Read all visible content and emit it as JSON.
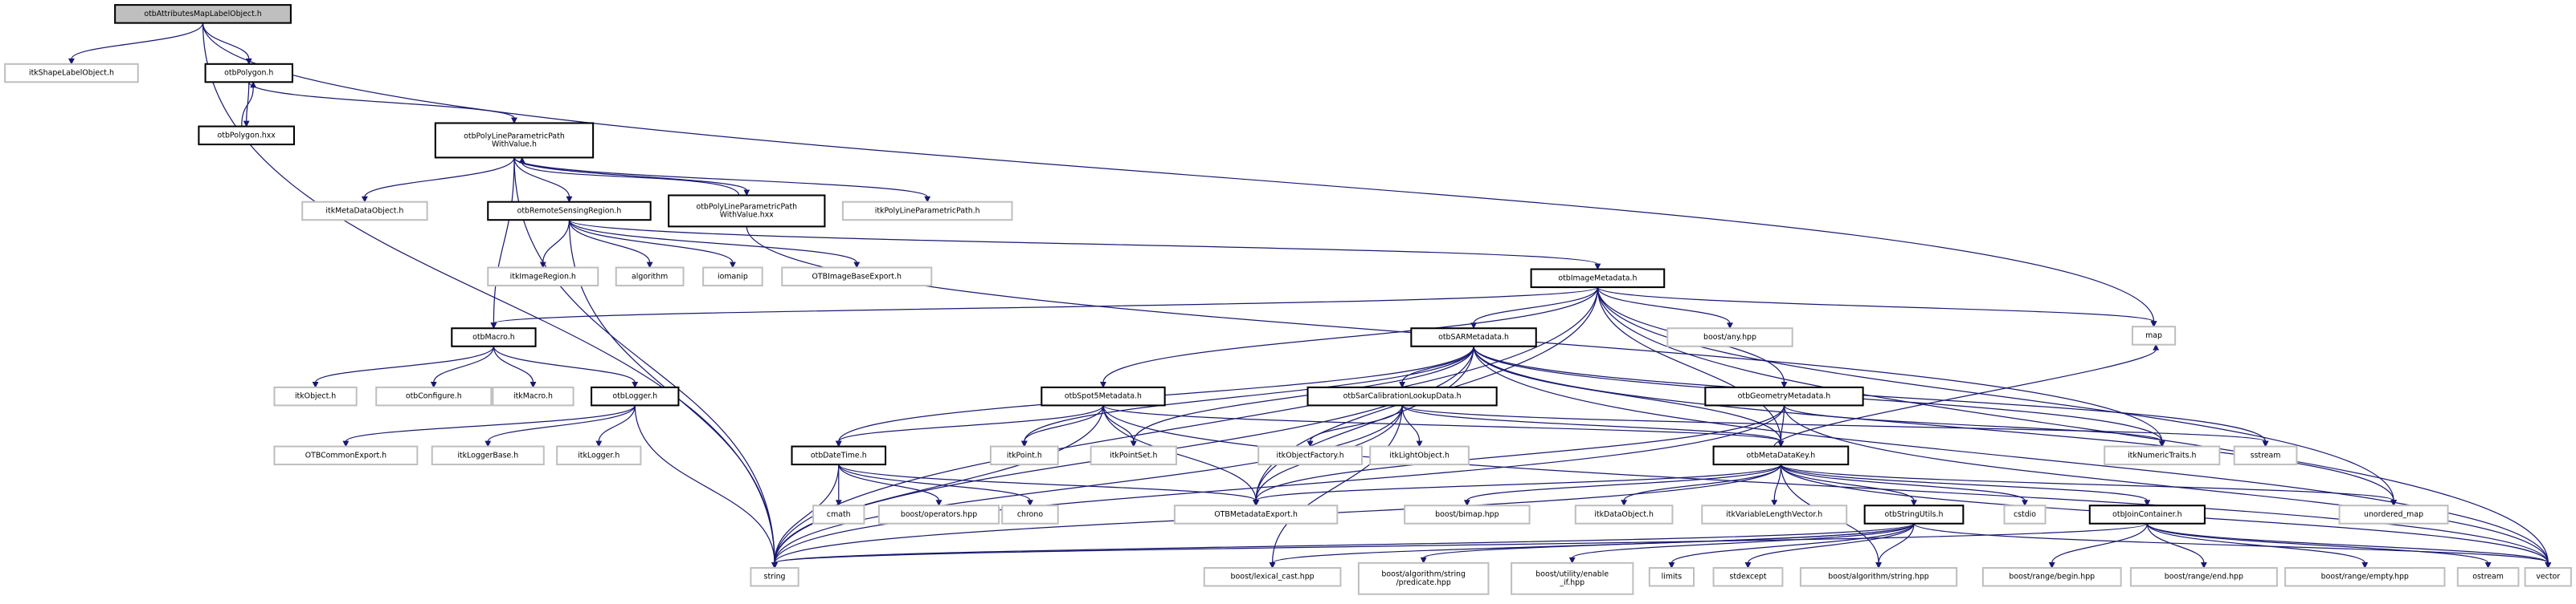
{
  "title": "otbAttributesMapLabelObject.h include dependency graph",
  "colors": {
    "edge": "#191970",
    "root_fill": "#bfbfbf",
    "local_border": "#000000",
    "external_border": "#bfbfbf"
  },
  "nodes": {
    "root": {
      "label": [
        "otbAttributesMapLabelObject.h"
      ],
      "kind": "root"
    },
    "itkShapeLabelObject": {
      "label": [
        "itkShapeLabelObject.h"
      ],
      "kind": "external"
    },
    "otbPolygon_h": {
      "label": [
        "otbPolygon.h"
      ],
      "kind": "local"
    },
    "otbPolygon_hxx": {
      "label": [
        "otbPolygon.hxx"
      ],
      "kind": "local"
    },
    "otbPolyLinePPWV_h": {
      "label": [
        "otbPolyLineParametricPath",
        "WithValue.h"
      ],
      "kind": "local"
    },
    "itkMetaDataObject": {
      "label": [
        "itkMetaDataObject.h"
      ],
      "kind": "external"
    },
    "otbRemoteSensingRegion": {
      "label": [
        "otbRemoteSensingRegion.h"
      ],
      "kind": "local"
    },
    "otbPolyLinePPWV_hxx": {
      "label": [
        "otbPolyLineParametricPath",
        "WithValue.hxx"
      ],
      "kind": "local"
    },
    "itkPolyLineParametricPath": {
      "label": [
        "itkPolyLineParametricPath.h"
      ],
      "kind": "external"
    },
    "itkImageRegion": {
      "label": [
        "itkImageRegion.h"
      ],
      "kind": "external"
    },
    "algorithm": {
      "label": [
        "algorithm"
      ],
      "kind": "external"
    },
    "iomanip": {
      "label": [
        "iomanip"
      ],
      "kind": "external"
    },
    "OTBImageBaseExport": {
      "label": [
        "OTBImageBaseExport.h"
      ],
      "kind": "external"
    },
    "otbImageMetadata": {
      "label": [
        "otbImageMetadata.h"
      ],
      "kind": "local"
    },
    "otbMacro": {
      "label": [
        "otbMacro.h"
      ],
      "kind": "local"
    },
    "itkObject": {
      "label": [
        "itkObject.h"
      ],
      "kind": "external"
    },
    "otbConfigure": {
      "label": [
        "otbConfigure.h"
      ],
      "kind": "external"
    },
    "itkMacro": {
      "label": [
        "itkMacro.h"
      ],
      "kind": "external"
    },
    "otbLogger": {
      "label": [
        "otbLogger.h"
      ],
      "kind": "local"
    },
    "OTBCommonExport": {
      "label": [
        "OTBCommonExport.h"
      ],
      "kind": "external"
    },
    "itkLoggerBase": {
      "label": [
        "itkLoggerBase.h"
      ],
      "kind": "external"
    },
    "itkLogger": {
      "label": [
        "itkLogger.h"
      ],
      "kind": "external"
    },
    "otbSARMetadata": {
      "label": [
        "otbSARMetadata.h"
      ],
      "kind": "local"
    },
    "boost_any": {
      "label": [
        "boost/any.hpp"
      ],
      "kind": "external"
    },
    "map": {
      "label": [
        "map"
      ],
      "kind": "external"
    },
    "otbSpot5Metadata": {
      "label": [
        "otbSpot5Metadata.h"
      ],
      "kind": "local"
    },
    "otbSarCalibrationLookupData": {
      "label": [
        "otbSarCalibrationLookupData.h"
      ],
      "kind": "local"
    },
    "otbGeometryMetadata": {
      "label": [
        "otbGeometryMetadata.h"
      ],
      "kind": "local"
    },
    "otbDateTime": {
      "label": [
        "otbDateTime.h"
      ],
      "kind": "local"
    },
    "itkPoint": {
      "label": [
        "itkPoint.h"
      ],
      "kind": "external"
    },
    "itkPointSet": {
      "label": [
        "itkPointSet.h"
      ],
      "kind": "external"
    },
    "itkObjectFactory": {
      "label": [
        "itkObjectFactory.h"
      ],
      "kind": "external"
    },
    "itkLightObject": {
      "label": [
        "itkLightObject.h"
      ],
      "kind": "external"
    },
    "otbMetaDataKey": {
      "label": [
        "otbMetaDataKey.h"
      ],
      "kind": "local"
    },
    "itkNumericTraits": {
      "label": [
        "itkNumericTraits.h"
      ],
      "kind": "external"
    },
    "sstream": {
      "label": [
        "sstream"
      ],
      "kind": "external"
    },
    "cmath": {
      "label": [
        "cmath"
      ],
      "kind": "external"
    },
    "boost_operators": {
      "label": [
        "boost/operators.hpp"
      ],
      "kind": "external"
    },
    "chrono": {
      "label": [
        "chrono"
      ],
      "kind": "external"
    },
    "OTBMetadataExport": {
      "label": [
        "OTBMetadataExport.h"
      ],
      "kind": "external"
    },
    "boost_bimap": {
      "label": [
        "boost/bimap.hpp"
      ],
      "kind": "external"
    },
    "itkDataObject": {
      "label": [
        "itkDataObject.h"
      ],
      "kind": "external"
    },
    "itkVariableLengthVector": {
      "label": [
        "itkVariableLengthVector.h"
      ],
      "kind": "external"
    },
    "otbStringUtils": {
      "label": [
        "otbStringUtils.h"
      ],
      "kind": "local"
    },
    "cstdio": {
      "label": [
        "cstdio"
      ],
      "kind": "external"
    },
    "otbJoinContainer": {
      "label": [
        "otbJoinContainer.h"
      ],
      "kind": "local"
    },
    "unordered_map": {
      "label": [
        "unordered_map"
      ],
      "kind": "external"
    },
    "string": {
      "label": [
        "string"
      ],
      "kind": "external"
    },
    "boost_lexical_cast": {
      "label": [
        "boost/lexical_cast.hpp"
      ],
      "kind": "external"
    },
    "boost_predicate": {
      "label": [
        "boost/algorithm/string",
        "/predicate.hpp"
      ],
      "kind": "external"
    },
    "boost_enable_if": {
      "label": [
        "boost/utility/enable",
        "_if.hpp"
      ],
      "kind": "external"
    },
    "limits": {
      "label": [
        "limits"
      ],
      "kind": "external"
    },
    "stdexcept": {
      "label": [
        "stdexcept"
      ],
      "kind": "external"
    },
    "boost_algo_string": {
      "label": [
        "boost/algorithm/string.hpp"
      ],
      "kind": "external"
    },
    "boost_range_begin": {
      "label": [
        "boost/range/begin.hpp"
      ],
      "kind": "external"
    },
    "boost_range_end": {
      "label": [
        "boost/range/end.hpp"
      ],
      "kind": "external"
    },
    "boost_range_empty": {
      "label": [
        "boost/range/empty.hpp"
      ],
      "kind": "external"
    },
    "ostream": {
      "label": [
        "ostream"
      ],
      "kind": "external"
    },
    "vector": {
      "label": [
        "vector"
      ],
      "kind": "external"
    }
  },
  "edges": [
    [
      "root",
      "itkShapeLabelObject"
    ],
    [
      "root",
      "otbPolygon_h"
    ],
    [
      "root",
      "string"
    ],
    [
      "root",
      "map"
    ],
    [
      "otbPolygon_h",
      "otbPolygon_hxx"
    ],
    [
      "otbPolygon_hxx",
      "otbPolygon_h"
    ],
    [
      "otbPolygon_h",
      "otbPolyLinePPWV_h"
    ],
    [
      "otbPolyLinePPWV_h",
      "itkMetaDataObject"
    ],
    [
      "otbPolyLinePPWV_h",
      "otbRemoteSensingRegion"
    ],
    [
      "otbPolyLinePPWV_h",
      "otbPolyLinePPWV_hxx"
    ],
    [
      "otbPolyLinePPWV_hxx",
      "otbPolyLinePPWV_h"
    ],
    [
      "otbPolyLinePPWV_h",
      "itkPolyLineParametricPath"
    ],
    [
      "otbPolyLinePPWV_h",
      "otbMacro"
    ],
    [
      "otbPolyLinePPWV_h",
      "string"
    ],
    [
      "otbPolyLinePPWV_hxx",
      "itkNumericTraits"
    ],
    [
      "otbRemoteSensingRegion",
      "itkImageRegion"
    ],
    [
      "otbRemoteSensingRegion",
      "algorithm"
    ],
    [
      "otbRemoteSensingRegion",
      "iomanip"
    ],
    [
      "otbRemoteSensingRegion",
      "OTBImageBaseExport"
    ],
    [
      "otbRemoteSensingRegion",
      "otbImageMetadata"
    ],
    [
      "otbRemoteSensingRegion",
      "string"
    ],
    [
      "otbImageMetadata",
      "otbMacro"
    ],
    [
      "otbImageMetadata",
      "otbSARMetadata"
    ],
    [
      "otbImageMetadata",
      "boost_any"
    ],
    [
      "otbImageMetadata",
      "map"
    ],
    [
      "otbImageMetadata",
      "otbSpot5Metadata"
    ],
    [
      "otbImageMetadata",
      "otbGeometryMetadata"
    ],
    [
      "otbImageMetadata",
      "otbMetaDataKey"
    ],
    [
      "otbImageMetadata",
      "OTBMetadataExport"
    ],
    [
      "otbImageMetadata",
      "vector"
    ],
    [
      "otbImageMetadata",
      "unordered_map"
    ],
    [
      "otbImageMetadata",
      "string"
    ],
    [
      "otbMacro",
      "itkObject"
    ],
    [
      "otbMacro",
      "otbConfigure"
    ],
    [
      "otbMacro",
      "itkMacro"
    ],
    [
      "otbMacro",
      "otbLogger"
    ],
    [
      "otbLogger",
      "OTBCommonExport"
    ],
    [
      "otbLogger",
      "itkLoggerBase"
    ],
    [
      "otbLogger",
      "itkLogger"
    ],
    [
      "otbLogger",
      "string"
    ],
    [
      "otbSARMetadata",
      "otbSarCalibrationLookupData"
    ],
    [
      "otbSARMetadata",
      "otbDateTime"
    ],
    [
      "otbSARMetadata",
      "itkPoint"
    ],
    [
      "otbSARMetadata",
      "itkPointSet"
    ],
    [
      "otbSARMetadata",
      "otbMetaDataKey"
    ],
    [
      "otbSARMetadata",
      "OTBMetadataExport"
    ],
    [
      "otbSARMetadata",
      "string"
    ],
    [
      "otbSARMetadata",
      "vector"
    ],
    [
      "otbSARMetadata",
      "sstream"
    ],
    [
      "otbSARMetadata",
      "itkNumericTraits"
    ],
    [
      "otbSARMetadata",
      "unordered_map"
    ],
    [
      "otbSpot5Metadata",
      "otbDateTime"
    ],
    [
      "otbSpot5Metadata",
      "itkPoint"
    ],
    [
      "otbSpot5Metadata",
      "itkPointSet"
    ],
    [
      "otbSpot5Metadata",
      "OTBMetadataExport"
    ],
    [
      "otbSpot5Metadata",
      "otbMetaDataKey"
    ],
    [
      "otbSpot5Metadata",
      "string"
    ],
    [
      "otbSpot5Metadata",
      "vector"
    ],
    [
      "otbSarCalibrationLookupData",
      "itkObjectFactory"
    ],
    [
      "otbSarCalibrationLookupData",
      "itkLightObject"
    ],
    [
      "otbSarCalibrationLookupData",
      "OTBMetadataExport"
    ],
    [
      "otbSarCalibrationLookupData",
      "otbMetaDataKey"
    ],
    [
      "otbSarCalibrationLookupData",
      "string"
    ],
    [
      "otbSarCalibrationLookupData",
      "sstream"
    ],
    [
      "otbSarCalibrationLookupData",
      "boost_lexical_cast"
    ],
    [
      "otbGeometryMetadata",
      "otbMetaDataKey"
    ],
    [
      "otbGeometryMetadata",
      "OTBMetadataExport"
    ],
    [
      "otbGeometryMetadata",
      "string"
    ],
    [
      "otbGeometryMetadata",
      "itkNumericTraits"
    ],
    [
      "otbGeometryMetadata",
      "vector"
    ],
    [
      "otbDateTime",
      "cmath"
    ],
    [
      "otbDateTime",
      "boost_operators"
    ],
    [
      "otbDateTime",
      "chrono"
    ],
    [
      "otbDateTime",
      "OTBMetadataExport"
    ],
    [
      "otbDateTime",
      "string"
    ],
    [
      "otbMetaDataKey",
      "boost_bimap"
    ],
    [
      "otbMetaDataKey",
      "itkDataObject"
    ],
    [
      "otbMetaDataKey",
      "itkVariableLengthVector"
    ],
    [
      "otbMetaDataKey",
      "otbStringUtils"
    ],
    [
      "otbMetaDataKey",
      "cstdio"
    ],
    [
      "otbMetaDataKey",
      "otbJoinContainer"
    ],
    [
      "otbMetaDataKey",
      "unordered_map"
    ],
    [
      "otbMetaDataKey",
      "OTBMetadataExport"
    ],
    [
      "otbMetaDataKey",
      "string"
    ],
    [
      "otbMetaDataKey",
      "boost_algo_string"
    ],
    [
      "otbMetaDataKey",
      "vector"
    ],
    [
      "otbMetaDataKey",
      "map"
    ],
    [
      "otbStringUtils",
      "string"
    ],
    [
      "otbStringUtils",
      "boost_lexical_cast"
    ],
    [
      "otbStringUtils",
      "boost_predicate"
    ],
    [
      "otbStringUtils",
      "boost_enable_if"
    ],
    [
      "otbStringUtils",
      "limits"
    ],
    [
      "otbStringUtils",
      "stdexcept"
    ],
    [
      "otbStringUtils",
      "boost_algo_string"
    ],
    [
      "otbStringUtils",
      "vector"
    ],
    [
      "otbJoinContainer",
      "boost_range_begin"
    ],
    [
      "otbJoinContainer",
      "boost_range_end"
    ],
    [
      "otbJoinContainer",
      "boost_range_empty"
    ],
    [
      "otbJoinContainer",
      "ostream"
    ],
    [
      "otbJoinContainer",
      "string"
    ],
    [
      "otbJoinContainer",
      "vector"
    ]
  ]
}
